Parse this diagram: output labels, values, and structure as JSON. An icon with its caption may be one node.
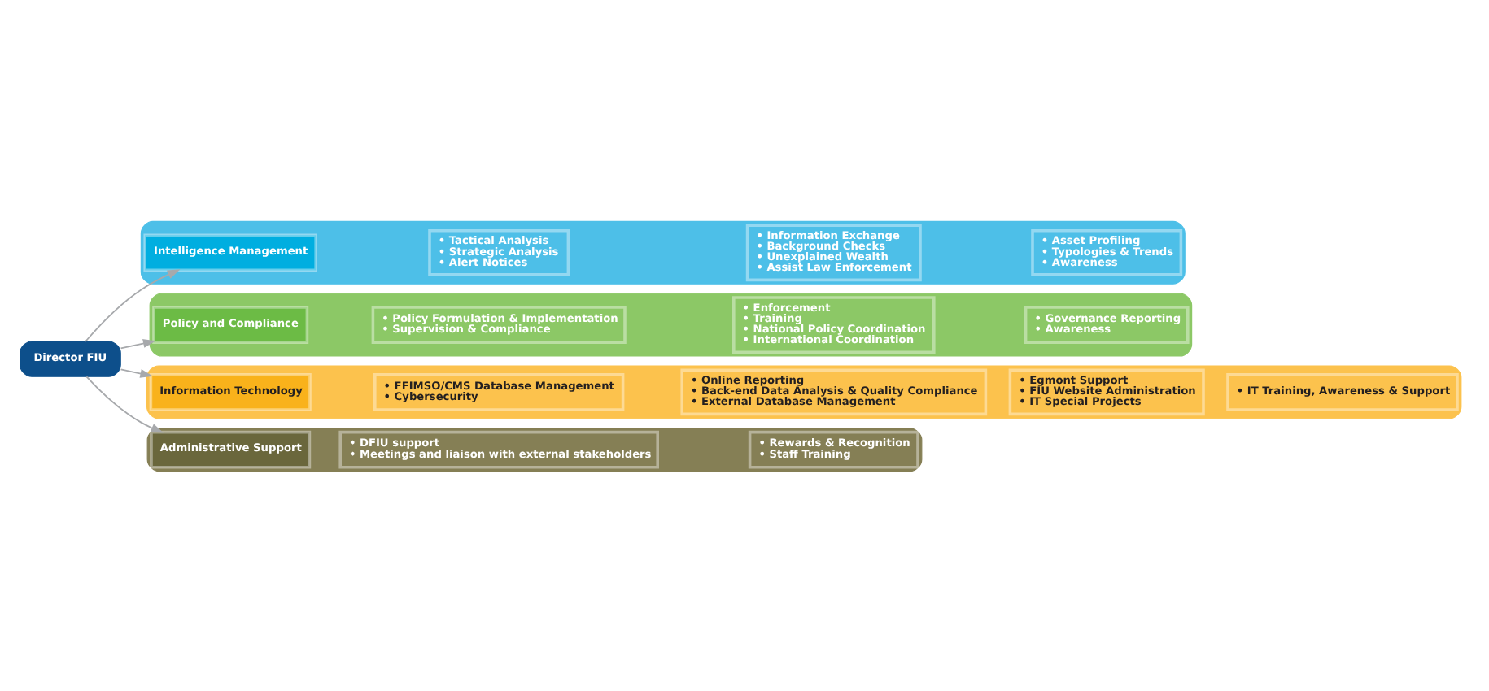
{
  "diagram": {
    "nodes": [
      {
        "text": [
          "Director FIU"
        ]
      },
      {
        "text": [],
        "shape": "box"
      },
      {
        "text": [
          "Intelligence Management"
        ],
        "in": 1
      },
      {
        "text": [
          "• Tactical Analysis",
          "• Strategic Analysis",
          "• Alert Notices"
        ],
        "in": 1
      },
      {
        "text": [
          "• Information Exchange",
          "• Background Checks",
          "• Unexplained Wealth",
          "• Assist Law Enforcement"
        ],
        "in": 1
      },
      {
        "text": [
          "• Asset Profiling",
          "• Typologies & Trends",
          "• Awareness"
        ],
        "in": 1
      },
      {
        "text": [],
        "shape": "box"
      },
      {
        "text": [
          "Policy and Compliance"
        ],
        "in": 6
      },
      {
        "text": [
          "• Policy Formulation & Implementation",
          "• Supervision & Compliance"
        ],
        "in": 6
      },
      {
        "text": [
          "• Enforcement",
          "• Training",
          "• National Policy Coordination",
          "• International Coordination"
        ],
        "in": 6
      },
      {
        "text": [
          "• Governance Reporting",
          "• Awareness"
        ],
        "in": 6
      },
      {
        "text": [],
        "shape": "box"
      },
      {
        "text": [
          "Information Technology"
        ],
        "in": 11
      },
      {
        "text": [
          "• FFIMSO/CMS Database Management",
          "• Cybersecurity"
        ],
        "in": 11
      },
      {
        "text": [
          "• Online Reporting",
          "• Back-end Data Analysis & Quality Compliance",
          "• External Database Management"
        ],
        "in": 11
      },
      {
        "text": [
          "• Egmont Support",
          "• FIU Website Administration",
          "• IT Special Projects"
        ],
        "in": 11
      },
      {
        "text": [
          "• IT Training, Awareness & Support"
        ],
        "in": 11
      },
      {
        "text": [],
        "shape": "box"
      },
      {
        "text": [
          "Administrative Support"
        ],
        "in": 17
      },
      {
        "text": [
          "• DFIU support",
          "• Meetings and liaison with external stakeholders"
        ],
        "in": 17
      },
      {
        "text": [
          "• Rewards & Recognition",
          "• Staff Training"
        ],
        "in": 17
      }
    ],
    "edges": [
      {
        "from": 0,
        "to": 2,
        "arrow": "to"
      },
      {
        "from": 0,
        "to": 7,
        "arrow": "to"
      },
      {
        "from": 0,
        "to": 12,
        "arrow": "to"
      },
      {
        "from": 0,
        "to": 18,
        "arrow": "to"
      }
    ]
  }
}
